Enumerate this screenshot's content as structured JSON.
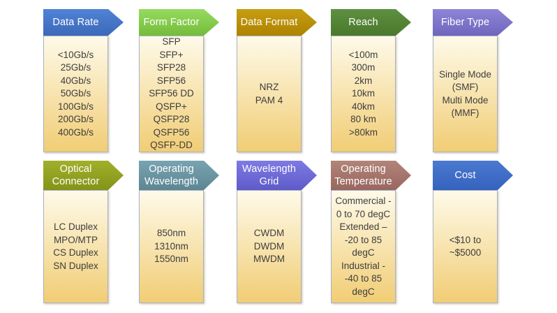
{
  "palette": {
    "background": "#ffffff",
    "box_top": "#fefae9",
    "box_bottom": "#f1cd75",
    "box_border": "#a8b2c2",
    "header_text": "#ffffff",
    "body_text": "#3d3d3d"
  },
  "rows": [
    {
      "columns": [
        {
          "title": "Data Rate",
          "arrow_top": "#5082d6",
          "arrow_bottom": "#3c69b8",
          "lines": [
            "<10Gb/s",
            "25Gb/s",
            "40Gb/s",
            "50Gb/s",
            "100Gb/s",
            "200Gb/s",
            "400Gb/s"
          ]
        },
        {
          "title": "Form Factor",
          "arrow_top": "#97da5e",
          "arrow_bottom": "#74bc3b",
          "lines": [
            "SFP",
            "SFP+",
            "SFP28",
            "SFP56",
            "SFP56 DD",
            "QSFP+",
            "QSFP28",
            "QSFP56",
            "QSFP-DD"
          ]
        },
        {
          "title": "Data Format",
          "arrow_top": "#c69d12",
          "arrow_bottom": "#ad8300",
          "lines": [
            "NRZ",
            "PAM 4"
          ]
        },
        {
          "title": "Reach",
          "arrow_top": "#5d9040",
          "arrow_bottom": "#4a782c",
          "lines": [
            "<100m",
            "300m",
            "2km",
            "10km",
            "40km",
            "80 km",
            ">80km"
          ]
        },
        {
          "title": "Fiber Type",
          "arrow_top": "#8d85d6",
          "arrow_bottom": "#7065bd",
          "lines": [
            "Single Mode",
            "(SMF)",
            "Multi Mode",
            "(MMF)"
          ]
        }
      ]
    },
    {
      "columns": [
        {
          "title": "Optical Connector",
          "arrow_top": "#a0b02a",
          "arrow_bottom": "#849319",
          "lines": [
            "LC Duplex",
            "MPO/MTP",
            "CS Duplex",
            "SN Duplex"
          ]
        },
        {
          "title": "Operating Wavelength",
          "arrow_top": "#78a3b0",
          "arrow_bottom": "#5c8692",
          "lines": [
            "850nm",
            "1310nm",
            "1550nm"
          ]
        },
        {
          "title": "Wavelength Grid",
          "arrow_top": "#7e7ae4",
          "arrow_bottom": "#5e5ac8",
          "lines": [
            "CWDM",
            "DWDM",
            "MWDM"
          ]
        },
        {
          "title": "Operating Temperature",
          "arrow_top": "#b28479",
          "arrow_bottom": "#986760",
          "lines": [
            "Commercial -",
            "0 to 70 degC",
            "Extended –",
            "-20 to 85",
            "degC",
            "Industrial -",
            "-40 to 85",
            "degC"
          ]
        },
        {
          "title": "Cost",
          "arrow_top": "#4a79d0",
          "arrow_bottom": "#3562bd",
          "lines": [
            "<$10 to",
            "~$5000"
          ]
        }
      ]
    }
  ]
}
